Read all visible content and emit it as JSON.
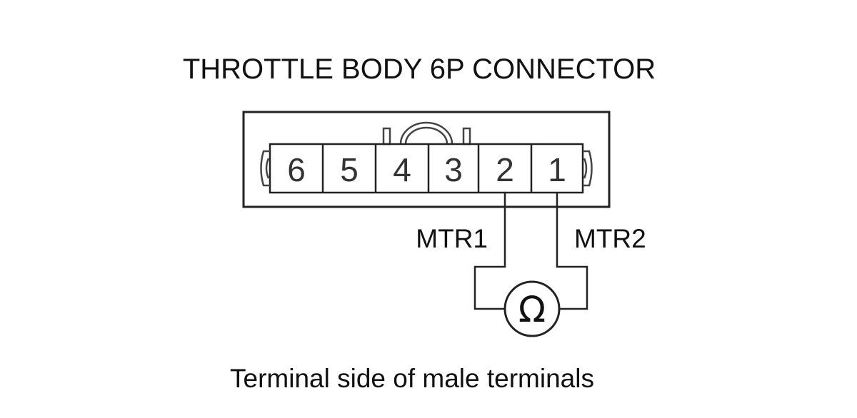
{
  "title": "THROTTLE BODY 6P CONNECTOR",
  "connector": {
    "pins": [
      "6",
      "5",
      "4",
      "3",
      "2",
      "1"
    ]
  },
  "wires": [
    {
      "pin": "2",
      "label": "MTR1"
    },
    {
      "pin": "1",
      "label": "MTR2"
    }
  ],
  "meter": {
    "symbol": "Ω"
  },
  "footer": "Terminal side of male terminals",
  "colors": {
    "line": "#222222",
    "text": "#111111"
  }
}
